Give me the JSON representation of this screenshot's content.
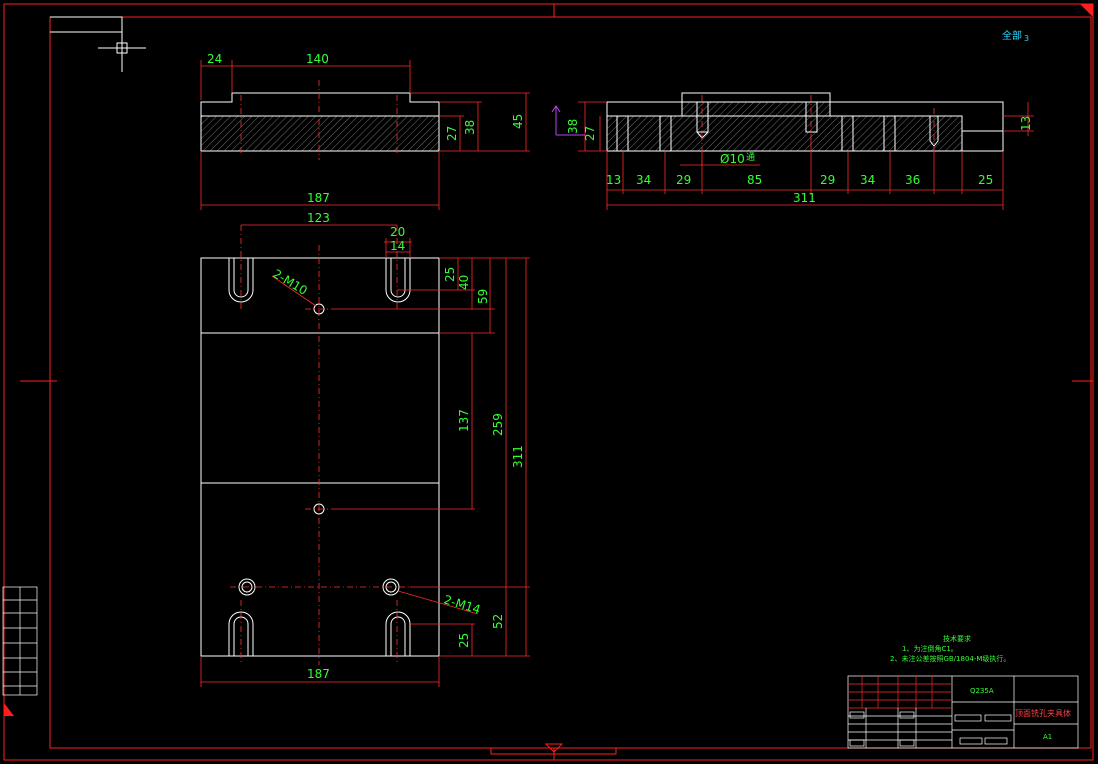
{
  "top_view": {
    "dims": {
      "d24": "24",
      "d140": "140",
      "d27": "27",
      "d38": "38",
      "d45": "45",
      "d187": "187"
    }
  },
  "side_view": {
    "dims": {
      "d38": "38",
      "d27": "27",
      "d13r": "13",
      "d10": "Ø10",
      "d10b": "通",
      "d13": "13",
      "d34a": "34",
      "d29a": "29",
      "d85": "85",
      "d29b": "29",
      "d34b": "34",
      "d36": "36",
      "d25": "25",
      "d311": "311"
    }
  },
  "plan_view": {
    "dims": {
      "d123": "123",
      "d20": "20",
      "d14": "14",
      "d25a": "25",
      "d40": "40",
      "d59": "59",
      "d137": "137",
      "d259": "259",
      "d311": "311",
      "d52": "52",
      "d25b": "25",
      "d187": "187"
    },
    "labels": {
      "m10": "2-M10",
      "m14": "2-M14"
    }
  },
  "corner_label": "全部",
  "corner_label_num": "3",
  "notes": {
    "title": "技术要求",
    "line1": "1、为注倒角C1。",
    "line2": "2、未注公差按照GB/1804-M级执行。"
  },
  "title_block": {
    "material": "Q235A",
    "name": "顶面铣孔夹具体",
    "sheet": "A1"
  }
}
